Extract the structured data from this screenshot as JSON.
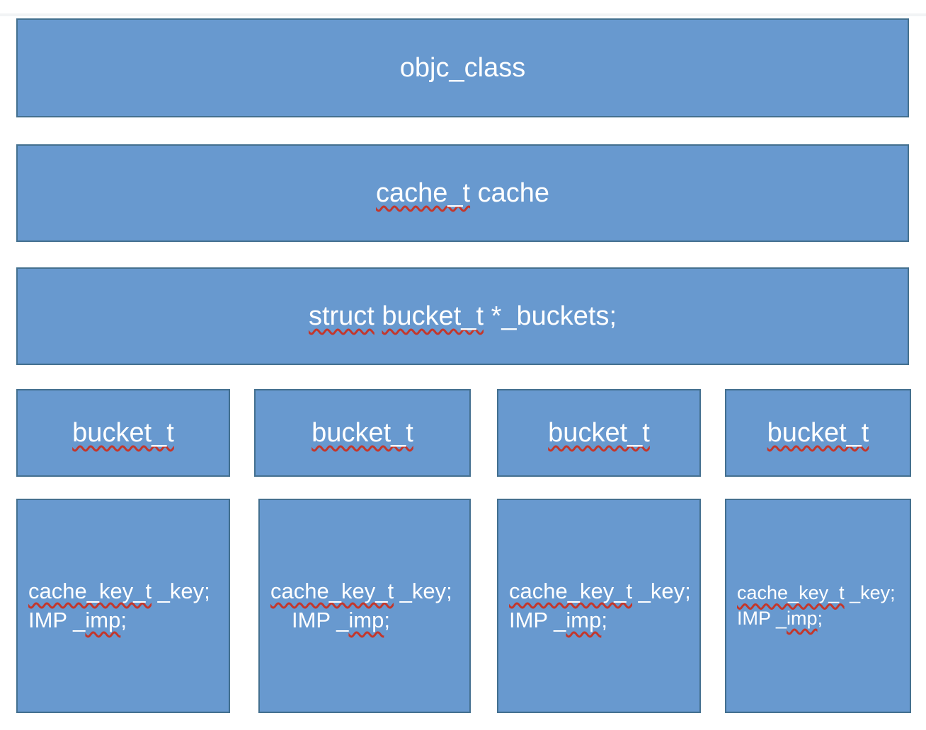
{
  "colors": {
    "box_fill": "#6899CF",
    "box_border": "#44708F",
    "text": "#FFFFFF",
    "squiggle": "#C3372C"
  },
  "banners": [
    {
      "segments": [
        {
          "t": "objc_class"
        }
      ]
    },
    {
      "segments": [
        {
          "t": "cache_t"
        },
        {
          "t": " cache"
        }
      ]
    },
    {
      "segments": [
        {
          "t": "struct"
        },
        {
          "t": " "
        },
        {
          "t": "bucket_t"
        },
        {
          "t": " *_buckets;"
        }
      ]
    }
  ],
  "buckets": [
    {
      "label": "bucket_t"
    },
    {
      "label": "bucket_t"
    },
    {
      "label": "bucket_t"
    },
    {
      "label": "bucket_t"
    }
  ],
  "entries": [
    {
      "line1": [
        {
          "t": "cache_key_t"
        },
        {
          "t": " _key;"
        }
      ],
      "line2": [
        {
          "t": "IMP _"
        },
        {
          "t": "imp"
        },
        {
          "t": ";"
        }
      ]
    },
    {
      "line1": [
        {
          "t": "cache_key_t"
        },
        {
          "t": " _key;"
        }
      ],
      "line2": [
        {
          "t": "IMP _"
        },
        {
          "t": "imp"
        },
        {
          "t": ";"
        }
      ]
    },
    {
      "line1": [
        {
          "t": "cache_key_t"
        },
        {
          "t": " _key;"
        }
      ],
      "line2": [
        {
          "t": "IMP _"
        },
        {
          "t": "imp"
        },
        {
          "t": ";"
        }
      ]
    },
    {
      "line1": [
        {
          "t": "cache_key_t"
        },
        {
          "t": " _key;"
        }
      ],
      "line2": [
        {
          "t": "IMP _"
        },
        {
          "t": "imp"
        },
        {
          "t": ";"
        }
      ]
    }
  ]
}
